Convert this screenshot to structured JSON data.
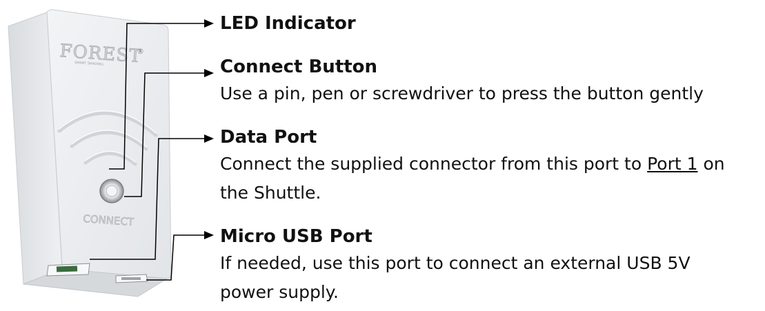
{
  "device": {
    "brand": "FOREST",
    "registered_mark": "®",
    "tagline": "SMART SHADING",
    "connect_label": "CONNECT"
  },
  "features": {
    "led": {
      "title": "LED Indicator"
    },
    "connect": {
      "title": "Connect Button",
      "description": "Use a pin, pen or screwdriver to press the button gently"
    },
    "data_port": {
      "title": "Data Port",
      "desc_line1_before": "Connect the supplied connector from this port to ",
      "desc_link": "Port 1",
      "desc_line1_after": " on",
      "desc_line2": "the Shuttle."
    },
    "usb": {
      "title": "Micro USB Port",
      "desc_line1": "If needed, use this port to connect an external USB 5V",
      "desc_line2": "power supply."
    }
  },
  "colors": {
    "device_body": "#eceef0",
    "device_edge": "#c9ccd0",
    "leader_line": "#000000",
    "text": "#111111"
  }
}
